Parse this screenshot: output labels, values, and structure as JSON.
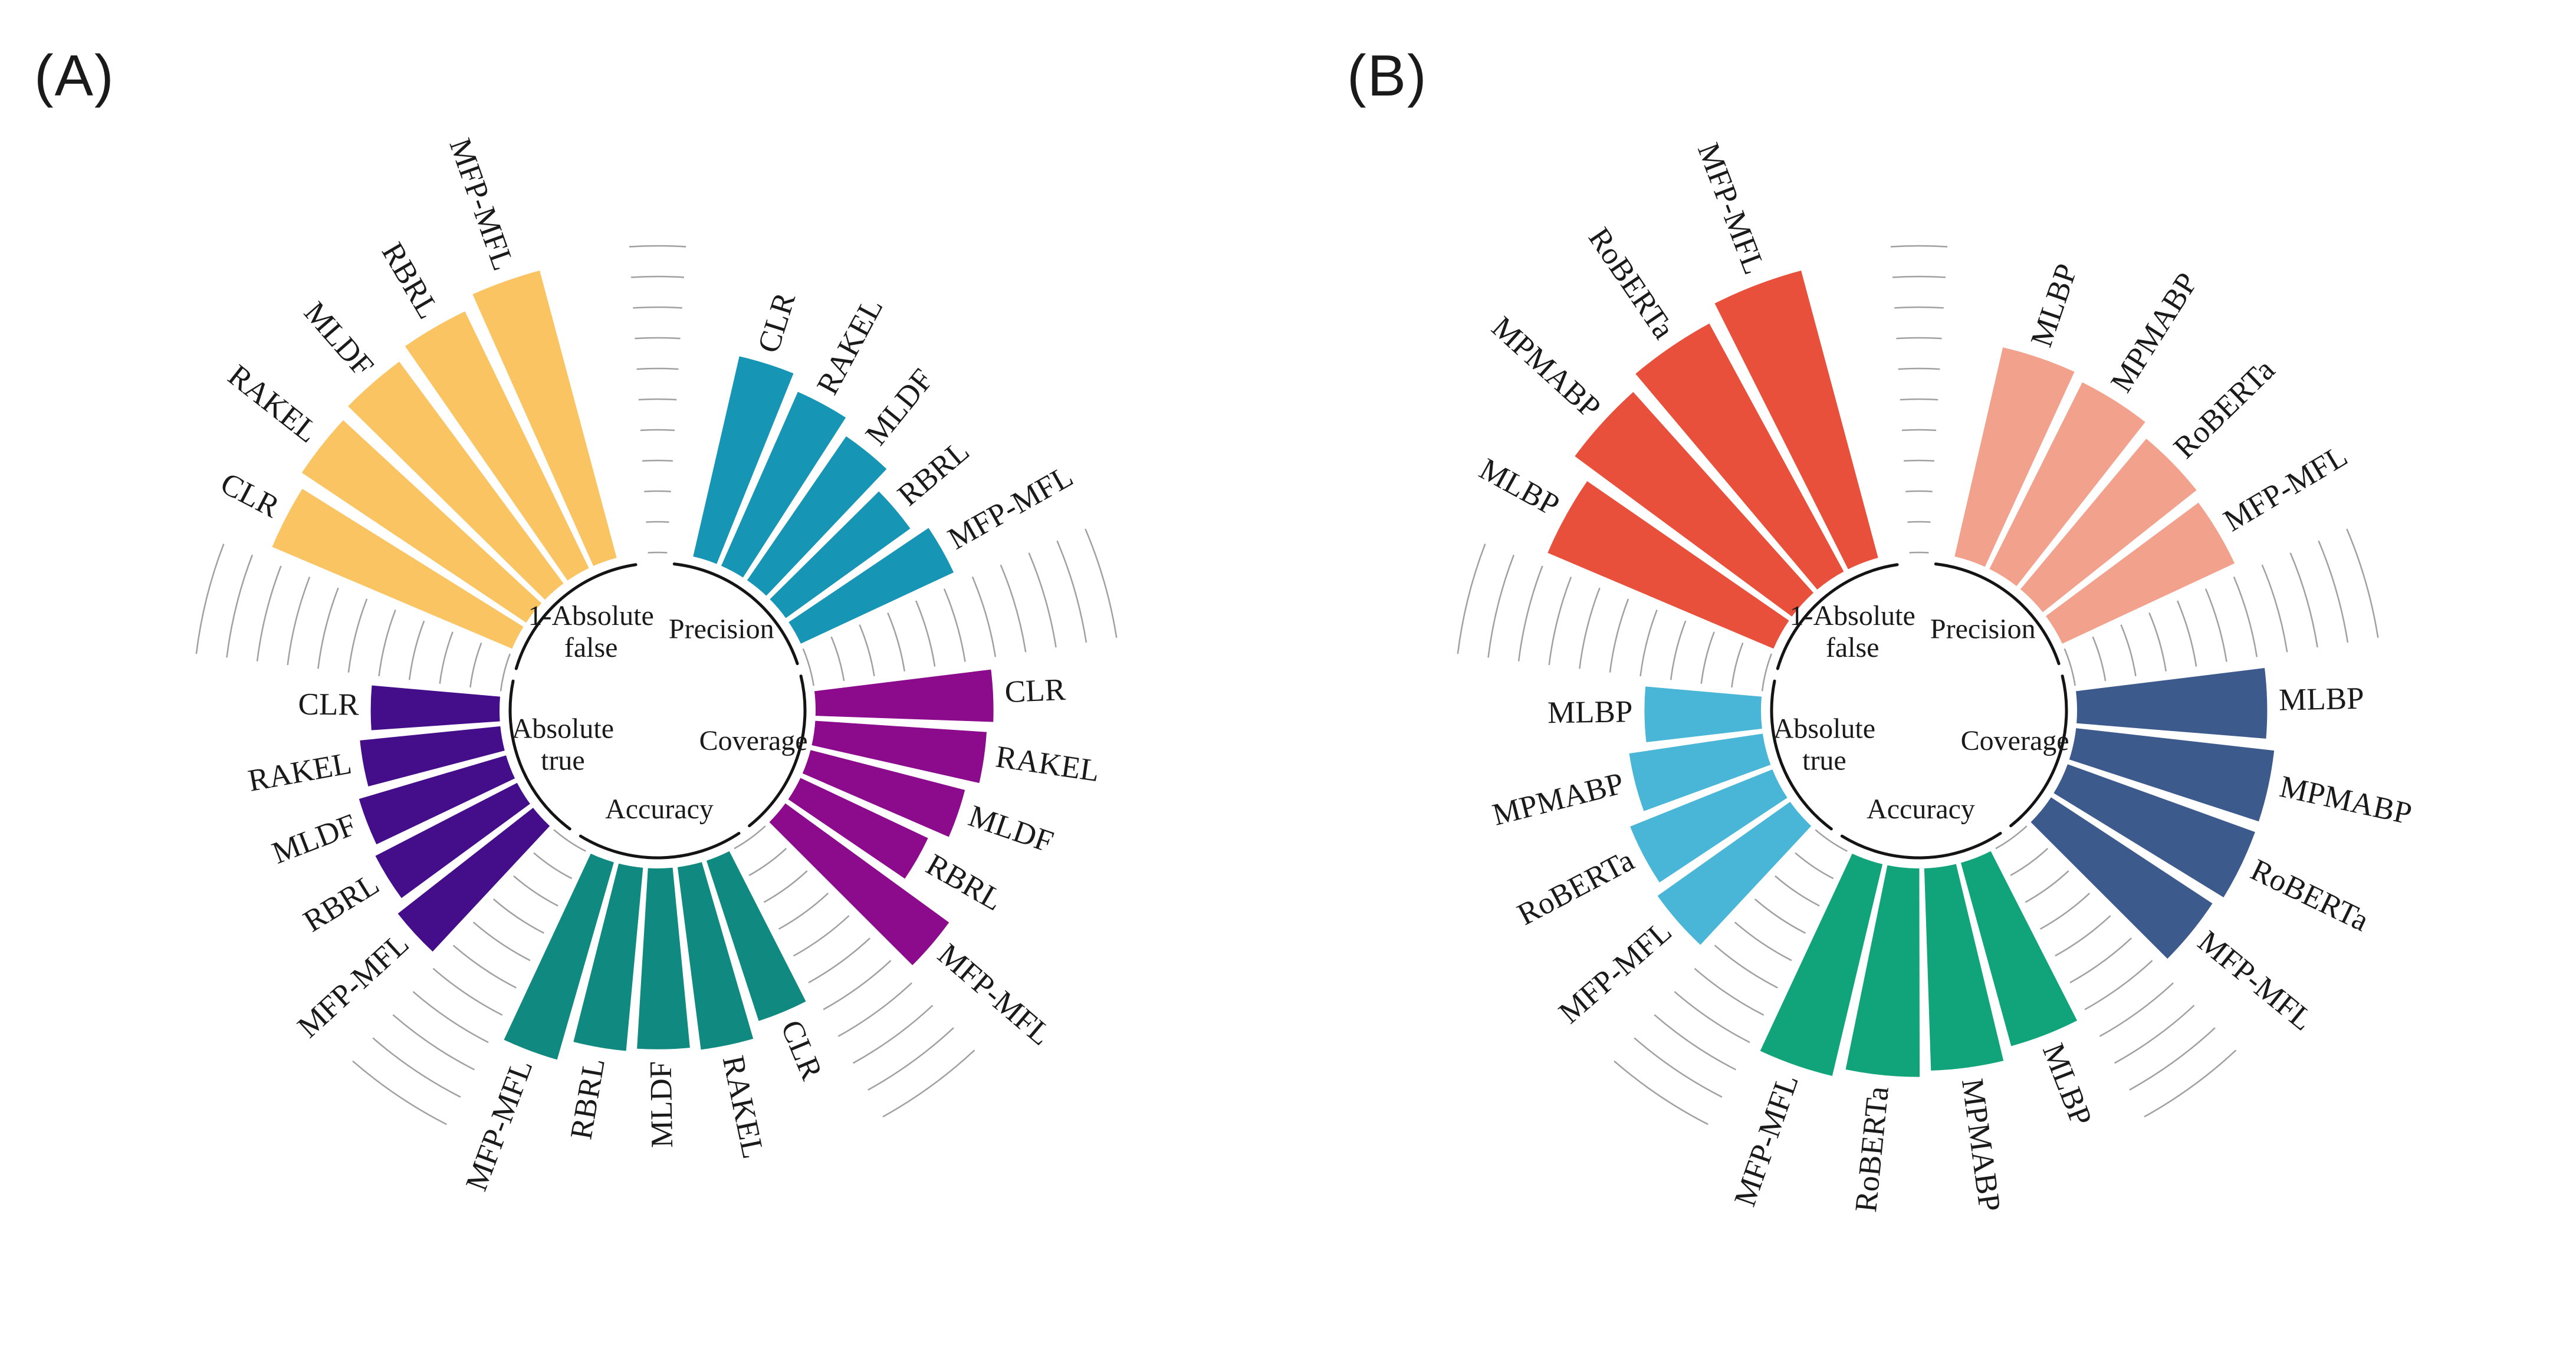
{
  "figure": {
    "background": "#ffffff",
    "text_color": "#1a1a1a",
    "grid_color": "#a0a0a0",
    "inner_arc_color": "#141414"
  },
  "chart_data": [
    {
      "type": "bar",
      "subtype": "polar-rose",
      "panel": "(A)",
      "legend_position": "none",
      "grid": "concentric-arcs-in-gaps",
      "radial_range": [
        0,
        1
      ],
      "metrics": [
        {
          "label": "Precision",
          "label_lines": [
            "Precision"
          ],
          "color": "#1795B4",
          "categories": [
            "CLR",
            "RAKEL",
            "MLDF",
            "RBRL",
            "MFP-MFL"
          ],
          "values": [
            0.67,
            0.62,
            0.57,
            0.5,
            0.55
          ]
        },
        {
          "label": "Coverage",
          "label_lines": [
            "Coverage"
          ],
          "color": "#8C0A8C",
          "categories": [
            "CLR",
            "RAKEL",
            "MLDF",
            "RBRL",
            "MFP-MFL"
          ],
          "values": [
            0.58,
            0.56,
            0.52,
            0.46,
            0.66
          ]
        },
        {
          "label": "Accuracy",
          "label_lines": [
            "Accuracy"
          ],
          "color": "#108A80",
          "categories": [
            "CLR",
            "RAKEL",
            "MLDF",
            "RBRL",
            "MFP-MFL"
          ],
          "values": [
            0.55,
            0.6,
            0.59,
            0.6,
            0.67
          ]
        },
        {
          "label": "Absolute true",
          "label_lines": [
            "Absolute",
            "true"
          ],
          "color": "#440D8A",
          "categories": [
            "MFP-MFL",
            "RBRL",
            "MLDF",
            "RAKEL",
            "CLR"
          ],
          "values": [
            0.56,
            0.52,
            0.5,
            0.46,
            0.42
          ]
        },
        {
          "label": "1-Absolute false",
          "label_lines": [
            "1-Absolute",
            "false"
          ],
          "color": "#F9C461",
          "categories": [
            "CLR",
            "RAKEL",
            "MLDF",
            "RBRL",
            "MFP-MFL"
          ],
          "values": [
            0.85,
            0.88,
            0.9,
            0.93,
            0.97
          ]
        }
      ]
    },
    {
      "type": "bar",
      "subtype": "polar-rose",
      "panel": "(B)",
      "legend_position": "none",
      "grid": "concentric-arcs-in-gaps",
      "radial_range": [
        0,
        1
      ],
      "metrics": [
        {
          "label": "Precision",
          "label_lines": [
            "Precision"
          ],
          "color": "#F2A28C",
          "categories": [
            "MLBP",
            "MPMABP",
            "RoBERTa",
            "MFP-MFL"
          ],
          "values": [
            0.7,
            0.68,
            0.64,
            0.62
          ]
        },
        {
          "label": "Coverage",
          "label_lines": [
            "Coverage"
          ],
          "color": "#3C5A8C",
          "categories": [
            "MLBP",
            "MPMABP",
            "RoBERTa",
            "MFP-MFL"
          ],
          "values": [
            0.62,
            0.65,
            0.65,
            0.63
          ]
        },
        {
          "label": "Accuracy",
          "label_lines": [
            "Accuracy"
          ],
          "color": "#11A47A",
          "categories": [
            "MLBP",
            "MPMABP",
            "RoBERTa",
            "MFP-MFL"
          ],
          "values": [
            0.62,
            0.66,
            0.68,
            0.71
          ]
        },
        {
          "label": "Absolute true",
          "label_lines": [
            "Absolute",
            "true"
          ],
          "color": "#49B6D8",
          "categories": [
            "MFP-MFL",
            "RoBERTa",
            "MPMABP",
            "MLBP"
          ],
          "values": [
            0.53,
            0.5,
            0.44,
            0.38
          ]
        },
        {
          "label": "1-Absolute false",
          "label_lines": [
            "1-Absolute",
            "false"
          ],
          "color": "#E8503C",
          "categories": [
            "MLBP",
            "MPMABP",
            "RoBERTa",
            "MFP-MFL"
          ],
          "values": [
            0.8,
            0.88,
            0.92,
            0.97
          ]
        }
      ]
    }
  ]
}
